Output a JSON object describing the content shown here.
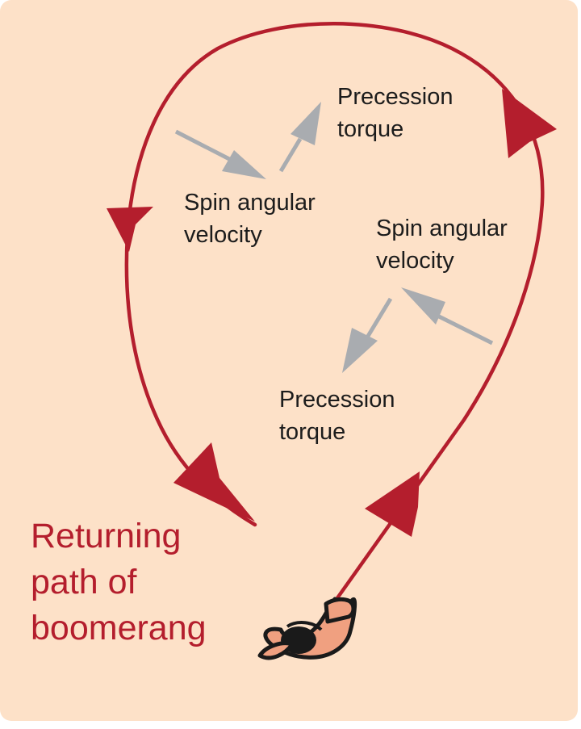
{
  "labels": {
    "precession_torque_top": [
      "Precession",
      "torque"
    ],
    "spin_angular_velocity_left": [
      "Spin angular",
      "velocity"
    ],
    "spin_angular_velocity_right": [
      "Spin angular",
      "velocity"
    ],
    "precession_torque_bottom": [
      "Precession",
      "torque"
    ]
  },
  "caption": [
    "Returning",
    "path of",
    "boomerang"
  ],
  "icons": {
    "thrower": "hand-throwing-icon"
  },
  "colors": {
    "background": "#fde1c8",
    "path": "#b41e2d",
    "vector_arrow": "#a9acb0",
    "label_text": "#1c1c1c",
    "caption_text": "#b41e2d"
  }
}
